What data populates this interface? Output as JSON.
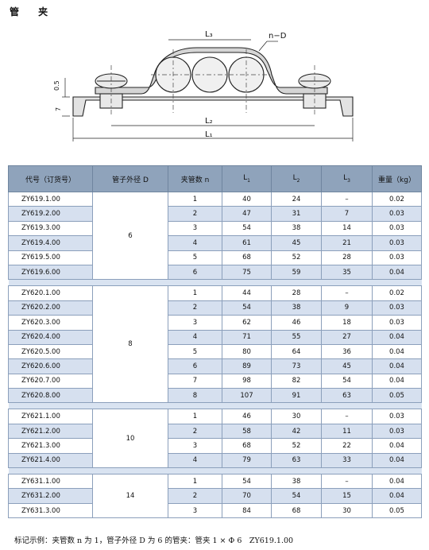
{
  "title": "管 夹",
  "drawing": {
    "labels": {
      "l3": "L₃",
      "l2": "L₂",
      "l1": "L₁",
      "nd": "n−D",
      "h05": "0.5",
      "h7": "7"
    }
  },
  "table": {
    "headers": [
      "代号（订货号）",
      "管子外径 D",
      "夹管数 n",
      "L",
      "L",
      "L",
      "重量（kg）"
    ],
    "header_subs": [
      "1",
      "2",
      "3"
    ],
    "groups": [
      {
        "diameter": "6",
        "rows": [
          {
            "code": "ZY619.1.00",
            "n": "1",
            "l1": "40",
            "l2": "24",
            "l3": "–",
            "w": "0.02"
          },
          {
            "code": "ZY619.2.00",
            "n": "2",
            "l1": "47",
            "l2": "31",
            "l3": "7",
            "w": "0.03"
          },
          {
            "code": "ZY619.3.00",
            "n": "3",
            "l1": "54",
            "l2": "38",
            "l3": "14",
            "w": "0.03"
          },
          {
            "code": "ZY619.4.00",
            "n": "4",
            "l1": "61",
            "l2": "45",
            "l3": "21",
            "w": "0.03"
          },
          {
            "code": "ZY619.5.00",
            "n": "5",
            "l1": "68",
            "l2": "52",
            "l3": "28",
            "w": "0.03"
          },
          {
            "code": "ZY619.6.00",
            "n": "6",
            "l1": "75",
            "l2": "59",
            "l3": "35",
            "w": "0.04"
          }
        ]
      },
      {
        "diameter": "8",
        "rows": [
          {
            "code": "ZY620.1.00",
            "n": "1",
            "l1": "44",
            "l2": "28",
            "l3": "–",
            "w": "0.02"
          },
          {
            "code": "ZY620.2.00",
            "n": "2",
            "l1": "54",
            "l2": "38",
            "l3": "9",
            "w": "0.03"
          },
          {
            "code": "ZY620.3.00",
            "n": "3",
            "l1": "62",
            "l2": "46",
            "l3": "18",
            "w": "0.03"
          },
          {
            "code": "ZY620.4.00",
            "n": "4",
            "l1": "71",
            "l2": "55",
            "l3": "27",
            "w": "0.04"
          },
          {
            "code": "ZY620.5.00",
            "n": "5",
            "l1": "80",
            "l2": "64",
            "l3": "36",
            "w": "0.04"
          },
          {
            "code": "ZY620.6.00",
            "n": "6",
            "l1": "89",
            "l2": "73",
            "l3": "45",
            "w": "0.04"
          },
          {
            "code": "ZY620.7.00",
            "n": "7",
            "l1": "98",
            "l2": "82",
            "l3": "54",
            "w": "0.04"
          },
          {
            "code": "ZY620.8.00",
            "n": "8",
            "l1": "107",
            "l2": "91",
            "l3": "63",
            "w": "0.05"
          }
        ]
      },
      {
        "diameter": "10",
        "rows": [
          {
            "code": "ZY621.1.00",
            "n": "1",
            "l1": "46",
            "l2": "30",
            "l3": "–",
            "w": "0.03"
          },
          {
            "code": "ZY621.2.00",
            "n": "2",
            "l1": "58",
            "l2": "42",
            "l3": "11",
            "w": "0.03"
          },
          {
            "code": "ZY621.3.00",
            "n": "3",
            "l1": "68",
            "l2": "52",
            "l3": "22",
            "w": "0.04"
          },
          {
            "code": "ZY621.4.00",
            "n": "4",
            "l1": "79",
            "l2": "63",
            "l3": "33",
            "w": "0.04"
          }
        ]
      },
      {
        "diameter": "14",
        "rows": [
          {
            "code": "ZY631.1.00",
            "n": "1",
            "l1": "54",
            "l2": "38",
            "l3": "–",
            "w": "0.04"
          },
          {
            "code": "ZY631.2.00",
            "n": "2",
            "l1": "70",
            "l2": "54",
            "l3": "15",
            "w": "0.04"
          },
          {
            "code": "ZY631.3.00",
            "n": "3",
            "l1": "84",
            "l2": "68",
            "l3": "30",
            "w": "0.05"
          }
        ]
      }
    ]
  },
  "footnote": "标记示例：夹管数 n 为 1，管子外径 D 为 6 的管夹：管夹 1 × Φ 6　ZY619.1.00"
}
